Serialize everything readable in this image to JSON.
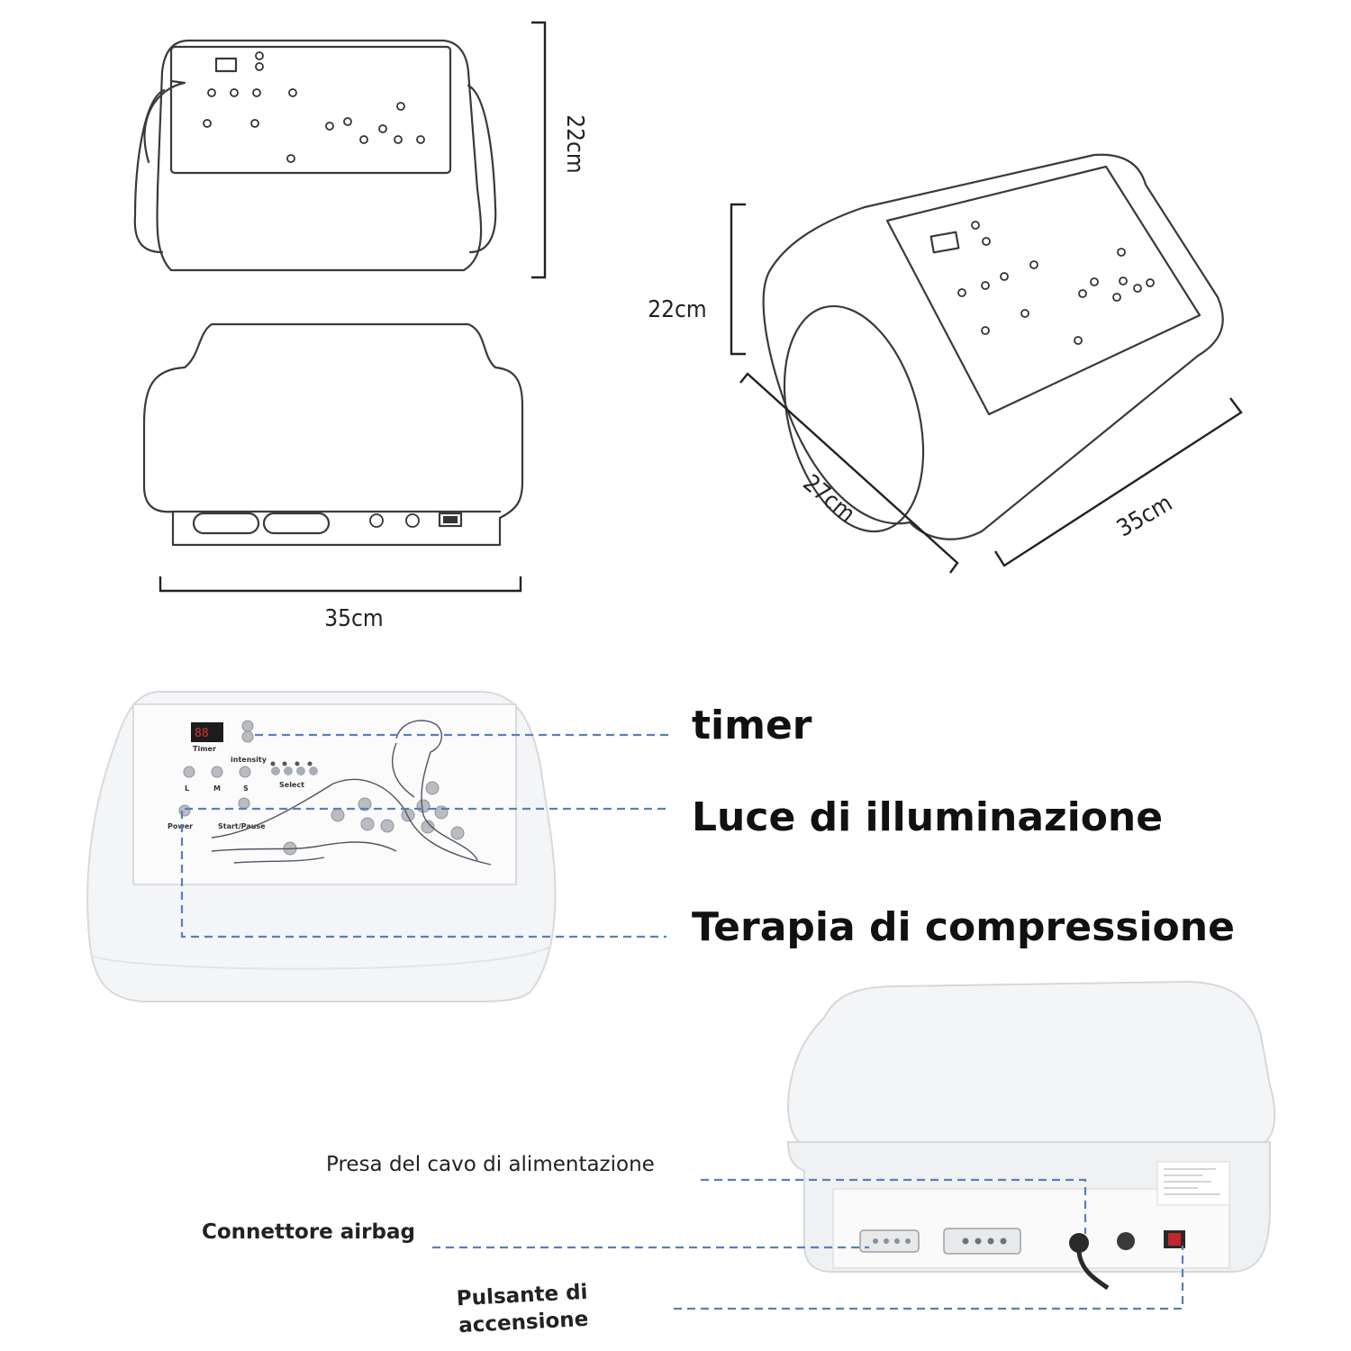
{
  "dimensions": {
    "front_height": "22cm",
    "back_width": "35cm",
    "iso_height": "22cm",
    "iso_depth": "27cm",
    "iso_width": "35cm"
  },
  "panel_labels": {
    "timer": "Timer",
    "intensity": "intensity",
    "l": "L",
    "m": "M",
    "s": "S",
    "select": "Select",
    "power": "Power",
    "start_pause": "Start/Pause"
  },
  "callouts_front": {
    "timer": "timer",
    "light": "Luce di illuminazione",
    "compression": "Terapia di compressione"
  },
  "callouts_back": {
    "power_socket": "Presa del cavo di alimentazione",
    "airbag_connector": "Connettore airbag",
    "power_button": "Pulsante di accensione"
  },
  "colors": {
    "leader_line": "#5a7fb8",
    "device_body": "#f2f3f4",
    "power_switch": "#c0282a"
  }
}
